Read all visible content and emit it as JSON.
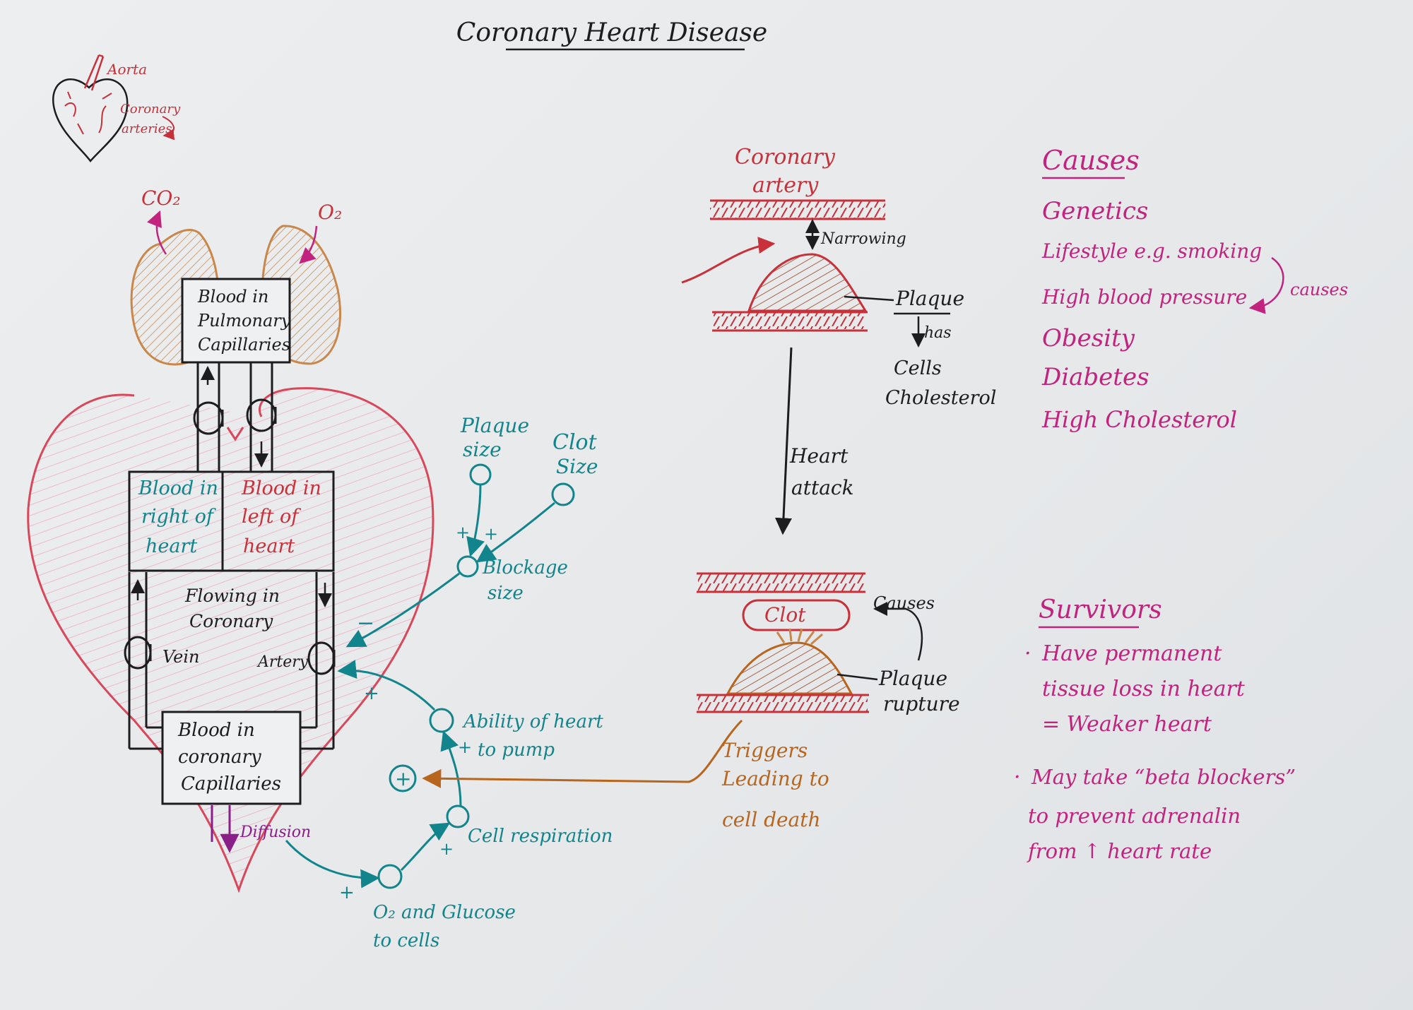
{
  "title": "Coronary Heart Disease",
  "small_heart": {
    "aorta": "Aorta",
    "coronary_arteries": [
      "Coronary",
      "arteries"
    ]
  },
  "lungs": {
    "co2": "CO₂",
    "o2": "O₂"
  },
  "stocks": {
    "pulmonary": [
      "Blood in",
      "Pulmonary",
      "Capillaries"
    ],
    "right_heart": [
      "Blood in",
      "right of",
      "heart"
    ],
    "left_heart": [
      "Blood in",
      "left of",
      "heart"
    ],
    "flowing": [
      "Flowing in",
      "Coronary"
    ],
    "coronary_capillaries": [
      "Blood in",
      "coronary",
      "Capillaries"
    ]
  },
  "valves": {
    "vein": "Vein",
    "artery": "Artery"
  },
  "diffusion": "Diffusion",
  "variables": {
    "plaque_size": [
      "Plaque",
      "size"
    ],
    "clot_size": [
      "Clot",
      "Size"
    ],
    "blockage_size": [
      "Blockage",
      "size"
    ],
    "ability": [
      "Ability of heart",
      "to pump"
    ],
    "cell_respiration": "Cell respiration",
    "o2_glucose": [
      "O₂ and Glucose",
      "to cells"
    ]
  },
  "polarity": {
    "plus": "+",
    "minus": "−"
  },
  "artery_diagram": {
    "title": [
      "Coronary",
      "artery"
    ],
    "narrowing": "Narrowing",
    "plaque": "Plaque",
    "has": "has",
    "contents": [
      "Cells",
      "Cholesterol"
    ],
    "heart_attack": [
      "Heart",
      "attack"
    ],
    "clot": "Clot",
    "causes": "Causes",
    "plaque_rupture": [
      "Plaque",
      "rupture"
    ],
    "triggers": [
      "Triggers",
      "Leading to",
      "cell death"
    ]
  },
  "causes": {
    "heading": "Causes",
    "items": [
      "Genetics",
      "Lifestyle e.g. smoking",
      "High blood pressure",
      "Obesity",
      "Diabetes",
      "High Cholesterol"
    ],
    "causes_note": "causes"
  },
  "survivors": {
    "heading": "Survivors",
    "items": [
      [
        "Have permanent",
        "tissue loss in heart",
        "= Weaker heart"
      ],
      [
        "May take “beta blockers”",
        "to prevent adrenalin",
        "from ↑ heart rate"
      ]
    ]
  },
  "colors": {
    "ink_black": "#1d1d1f",
    "ink_red": "#c8303a",
    "ink_teal": "#12858c",
    "ink_magenta": "#c2237f",
    "ink_orange": "#b8651e",
    "ink_purple": "#8a1f8a",
    "heart_pink": "#f2a3bb",
    "lung_orange": "#c9874a"
  }
}
